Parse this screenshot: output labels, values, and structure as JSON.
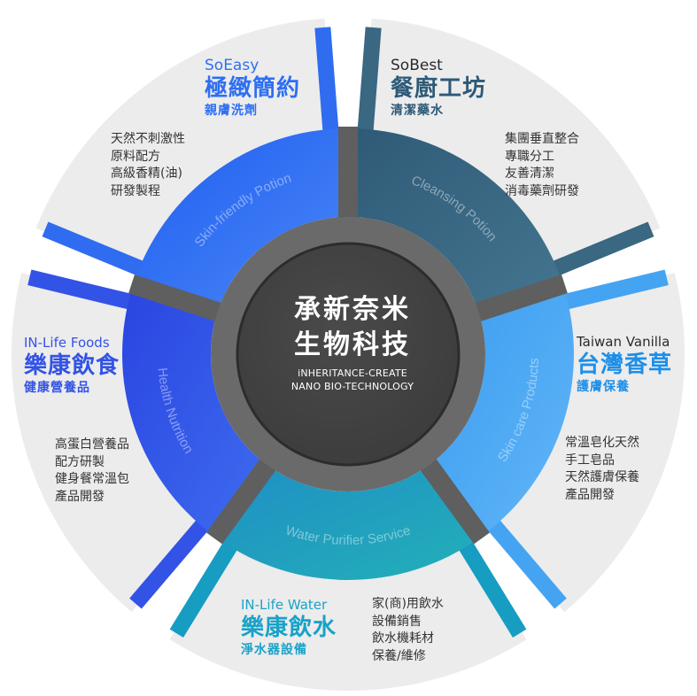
{
  "center": {
    "title_line1": "承新奈米",
    "title_line2": "生物科技",
    "sub_line1": "iNHERITANCE-CREATE",
    "sub_line2": "NANO BIO-TECHNOLOGY"
  },
  "segments": [
    {
      "id": "soeasy",
      "arc_label": "Skin-friendly Potion",
      "en": "SoEasy",
      "zh": "極緻簡約",
      "sub": "親膚洗劑",
      "desc": [
        "天然不刺激性",
        "原料配方",
        "高級香精(油)",
        "研發製程"
      ]
    },
    {
      "id": "sobest",
      "arc_label": "Cleansing Potion",
      "en": "SoBest",
      "zh": "餐廚工坊",
      "sub": "清潔藥水",
      "desc": [
        "集團垂直整合",
        "專職分工",
        "友善清潔",
        "消毒藥劑研發"
      ]
    },
    {
      "id": "taiwan-vanilla",
      "arc_label": "Skin care Products",
      "en": "Taiwan Vanilla",
      "zh": "台灣香草",
      "sub": "護膚保養",
      "desc": [
        "常溫皂化天然",
        "手工皂品",
        "天然護膚保養",
        "產品開發"
      ]
    },
    {
      "id": "inlife-water",
      "arc_label": "Water Purifier Service",
      "en": "IN-Life Water",
      "zh": "樂康飲水",
      "sub": "淨水器設備",
      "desc": [
        "家(商)用飲水",
        "設備銷售",
        "飲水機耗材",
        "保養/維修"
      ]
    },
    {
      "id": "inlife-foods",
      "arc_label": "Health Nutrition",
      "en": "IN-Life Foods",
      "zh": "樂康飲食",
      "sub": "健康營養品",
      "desc": [
        "高蛋白營養品",
        "配方研製",
        "健身餐常溫包",
        "產品開發"
      ]
    }
  ],
  "colors": {
    "soeasy": "#2f6cf0",
    "sobest": "#3a6782",
    "taiwan_vanilla": "#45a4f2",
    "inlife_water": "#179cc2",
    "inlife_foods": "#3353e6",
    "hub": "#3b3b3b",
    "divider": "#5f5f5f",
    "outer_panel": "#ececec"
  }
}
